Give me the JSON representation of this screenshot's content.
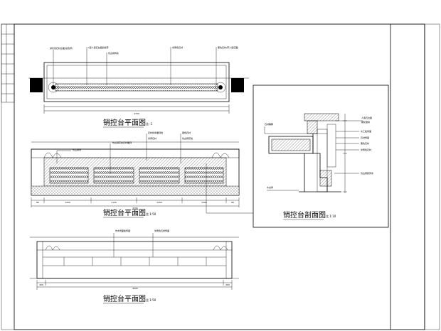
{
  "drawing": {
    "views": [
      {
        "title": "销控台平面图",
        "scale": "比 :1"
      },
      {
        "title": "销控台平面图",
        "scale": "比 1:50"
      },
      {
        "title": "销控台平面图",
        "scale": "比 1:50"
      },
      {
        "title": "销控台剖面图",
        "scale": "比 1:10"
      }
    ],
    "dims": {
      "plan_total": "4700",
      "elev_segments": [
        "80",
        "1200",
        "1120",
        "1200",
        "1200",
        "80"
      ],
      "elev_total": "4700",
      "bottom_left": "400",
      "bottom_total": "4500",
      "bottom_right": "400"
    },
    "labels": {
      "plan": [
        "深灰色石材台面(加色带)",
        "L型人造石台面加色带",
        "仿古铜饰条",
        "米黄色石材",
        "黑色石材(带人造石面)"
      ],
      "elev": [
        "仿古铜饰",
        "仿古铜花纹石材雕刻",
        "石材线条雕刻线",
        "米黄石材",
        "黑色石材",
        "仿古铜花格"
      ],
      "bottom": [
        "仿木饰面板饰面",
        "米黄色石材饰面"
      ],
      "section": [
        "人造石台面",
        "钢化玻璃",
        "木工板饰面",
        "石材饰面",
        "黑色石材",
        "米黄色石材",
        "仿古铜装饰条",
        "石材踢脚",
        "木龙骨"
      ]
    }
  }
}
